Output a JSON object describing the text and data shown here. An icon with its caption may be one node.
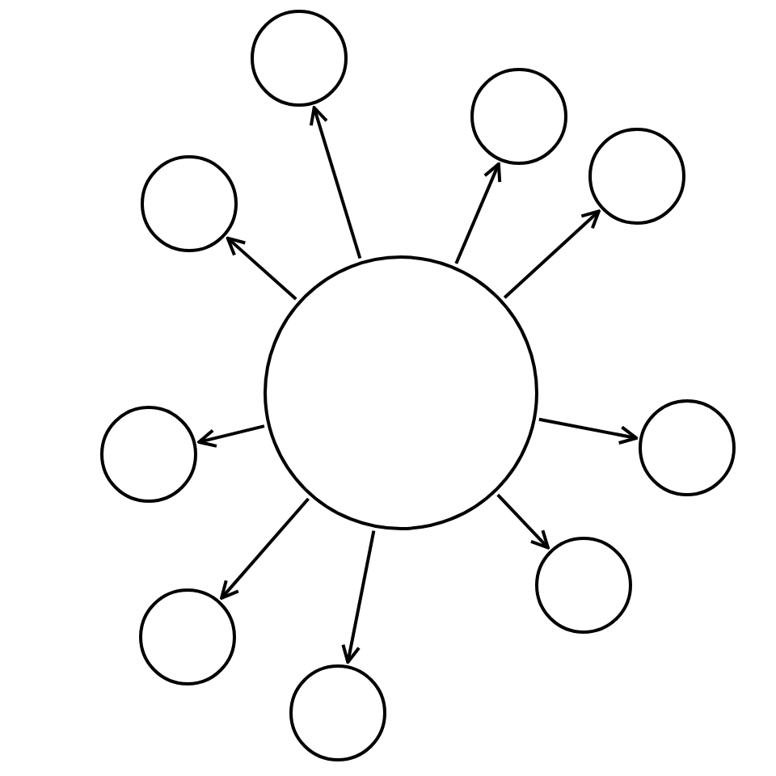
{
  "diagram": {
    "nodes": [
      {
        "text": [],
        "shape": "circle"
      },
      {
        "text": [],
        "shape": "circle"
      },
      {
        "text": [],
        "shape": "circle"
      },
      {
        "text": [],
        "shape": "circle"
      },
      {
        "text": [],
        "shape": "circle"
      },
      {
        "text": [],
        "shape": "circle"
      },
      {
        "text": [],
        "shape": "circle"
      },
      {
        "text": [],
        "shape": "circle"
      },
      {
        "text": [],
        "shape": "circle"
      },
      {
        "text": [],
        "shape": "circle"
      }
    ],
    "edges": [
      {
        "from": 0,
        "to": 1,
        "arrow": "to"
      },
      {
        "from": 0,
        "to": 2,
        "arrow": "to"
      },
      {
        "from": 0,
        "to": 3,
        "arrow": "to"
      },
      {
        "from": 0,
        "to": 4,
        "arrow": "to"
      },
      {
        "from": 0,
        "to": 5,
        "arrow": "to"
      },
      {
        "from": 0,
        "to": 6,
        "arrow": "to"
      },
      {
        "from": 0,
        "to": 7,
        "arrow": "to"
      },
      {
        "from": 0,
        "to": 8,
        "arrow": "to"
      },
      {
        "from": 0,
        "to": 9,
        "arrow": "to"
      }
    ]
  }
}
